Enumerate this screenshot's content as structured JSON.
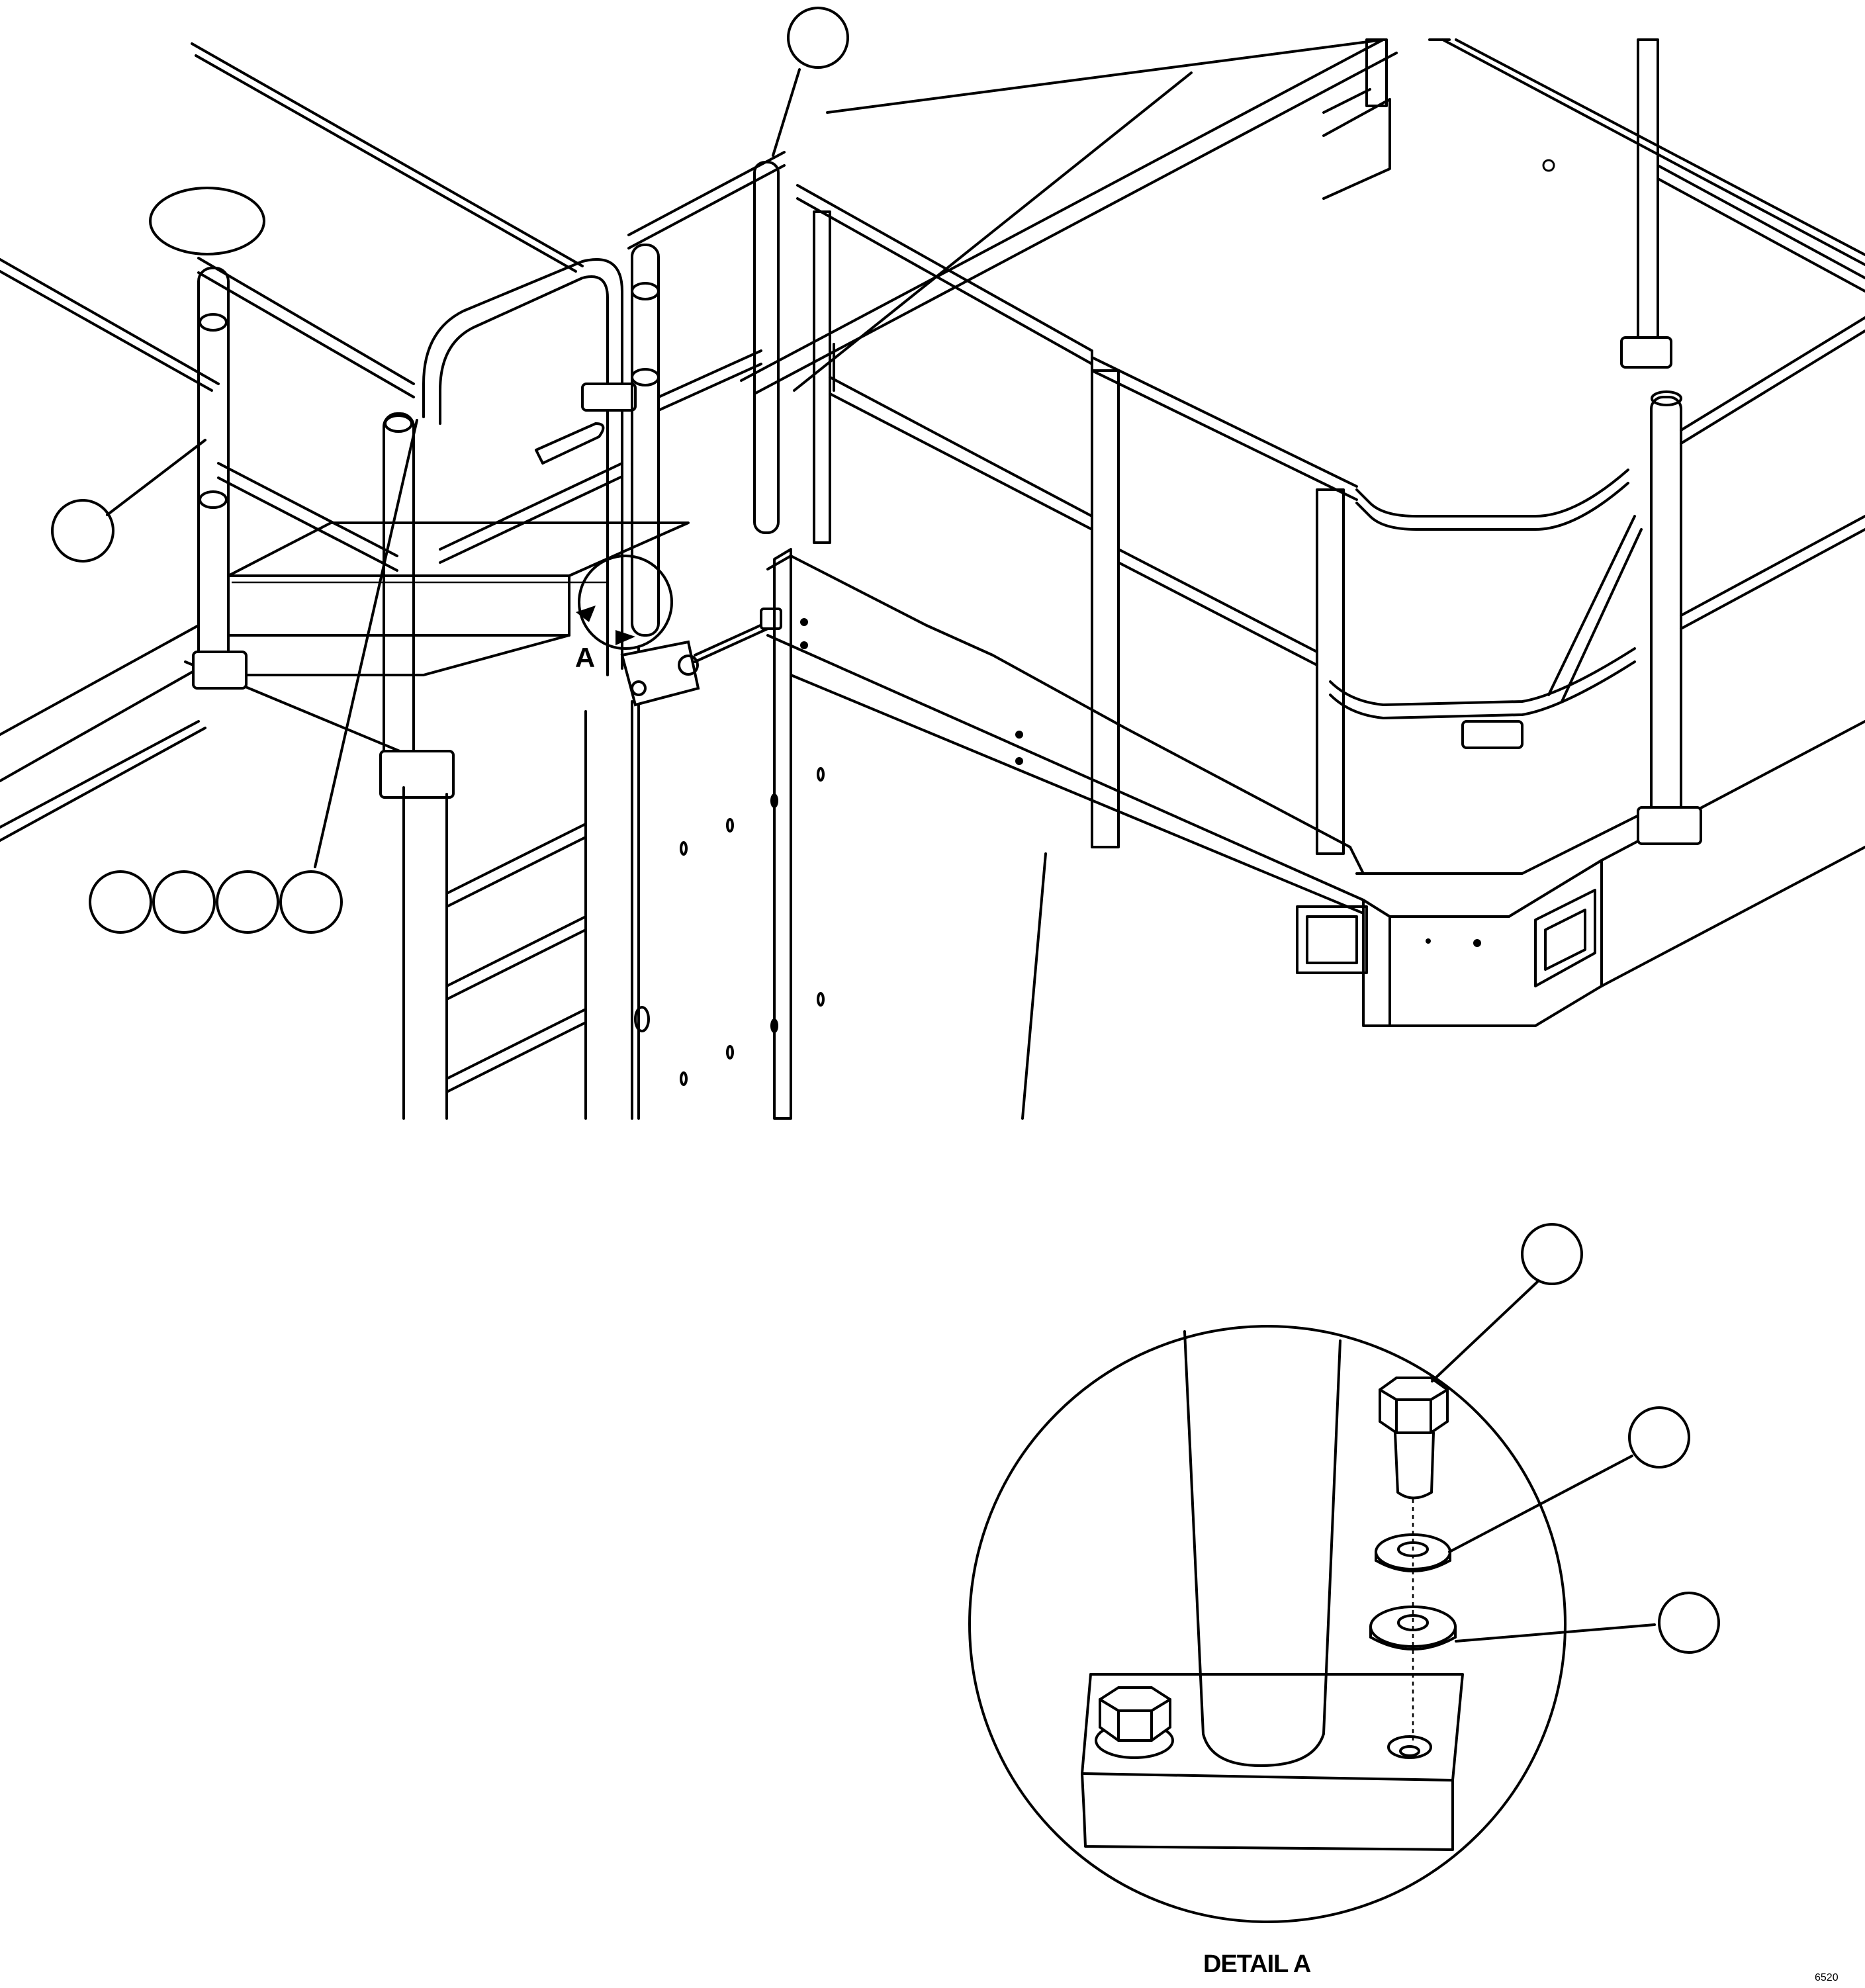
{
  "drawing": {
    "detail_marker_letter": "A",
    "detail_caption": "DETAIL A",
    "drawing_id": "6520"
  },
  "callouts": {
    "top_center": "",
    "top_left_oval": "",
    "left_handrail": "",
    "group_of_four": [
      "",
      "",
      "",
      ""
    ],
    "detail_bolt": "",
    "detail_lock_washer": "",
    "detail_flat_washer": ""
  },
  "colors": {
    "line": "#000000",
    "background": "#ffffff"
  }
}
